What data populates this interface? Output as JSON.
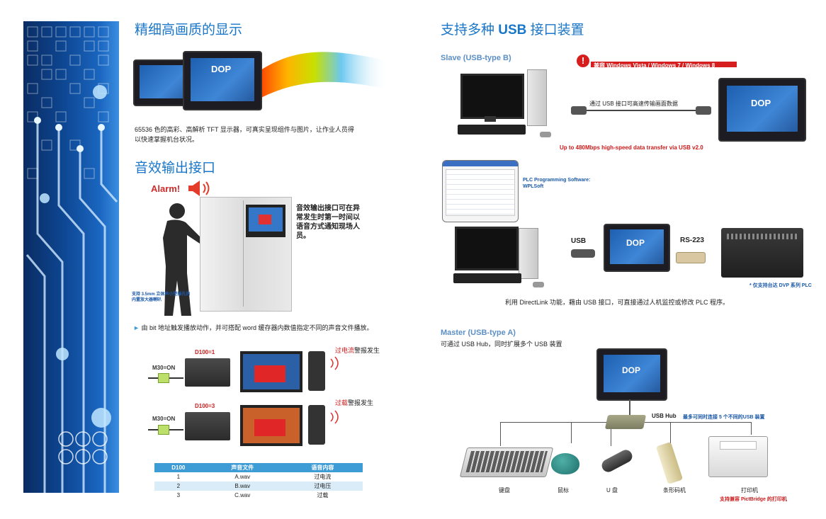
{
  "left": {
    "display_title": "精细高画质的显示",
    "dop_label": "DOP",
    "display_desc": "65536 色的高彩、高解析 TFT 显示器，可真实呈现组件与图片，让作业人员得以快速掌握机台状况。",
    "audio_title": "音效输出接口",
    "alarm_label": "Alarm!",
    "audio_desc": "音效输出接口可在异常发生时第一时间以语音方式通知现场人员。",
    "speaker_note": "支持 3.5mm 立体声小型插孔的内置放大器喇叭",
    "trigger_desc": "由 bit 地址触发播放动作，并可搭配 word 缓存器内数值指定不同的声音文件播放。",
    "scenarios": [
      {
        "d100": "D100=1",
        "m30": "M30=ON",
        "alarm_red": "过电流",
        "alarm_rest": "警报发生"
      },
      {
        "d100": "D100=3",
        "m30": "M30=ON",
        "alarm_red": "过载",
        "alarm_rest": "警报发生"
      }
    ],
    "table": {
      "headers": [
        "D100",
        "声音文件",
        "语音内容"
      ],
      "rows": [
        [
          "1",
          "A.wav",
          "过电流"
        ],
        [
          "2",
          "B.wav",
          "过电压"
        ],
        [
          "3",
          "C.wav",
          "过载"
        ]
      ]
    }
  },
  "right": {
    "title_pre": "支持多种 ",
    "title_usb": "USB",
    "title_post": " 接口装置",
    "slave_title": "Slave (USB-type B)",
    "compat_note": "兼容 Windows Vista / Windows 7 / Windows 8",
    "usb_transfer": "通过 USB 接口可高速传输画面数据",
    "speed_note": "Up to 480Mbps high-speed data transfer via USB v2.0",
    "plc_sw_line1": "PLC Programming Software:",
    "plc_sw_line2": "WPLSoft",
    "usb_label": "USB",
    "rs_label": "RS-223",
    "dvp_note": "* 仅支持台达 DVP 系列 PLC",
    "directlink_desc": "利用 DirectLink 功能，藉由 USB 接口，可直接通过人机监控或修改 PLC 程序。",
    "master_title": "Master (USB-type A)",
    "master_desc": "可通过 USB Hub，同时扩展多个 USB 装置",
    "hub_label": "USB Hub",
    "hub_note": "最多可同时连接 5 个不同的USB 装置",
    "devices": [
      "键盘",
      "鼠标",
      "U 盘",
      "条形码机",
      "打印机"
    ],
    "printer_note": "支持兼容 PictBridge 的打印机"
  },
  "colors": {
    "heading": "#1976c8",
    "alert": "#cc1a1a",
    "table_header": "#3d9bd6",
    "table_alt": "#d9ecf8"
  }
}
